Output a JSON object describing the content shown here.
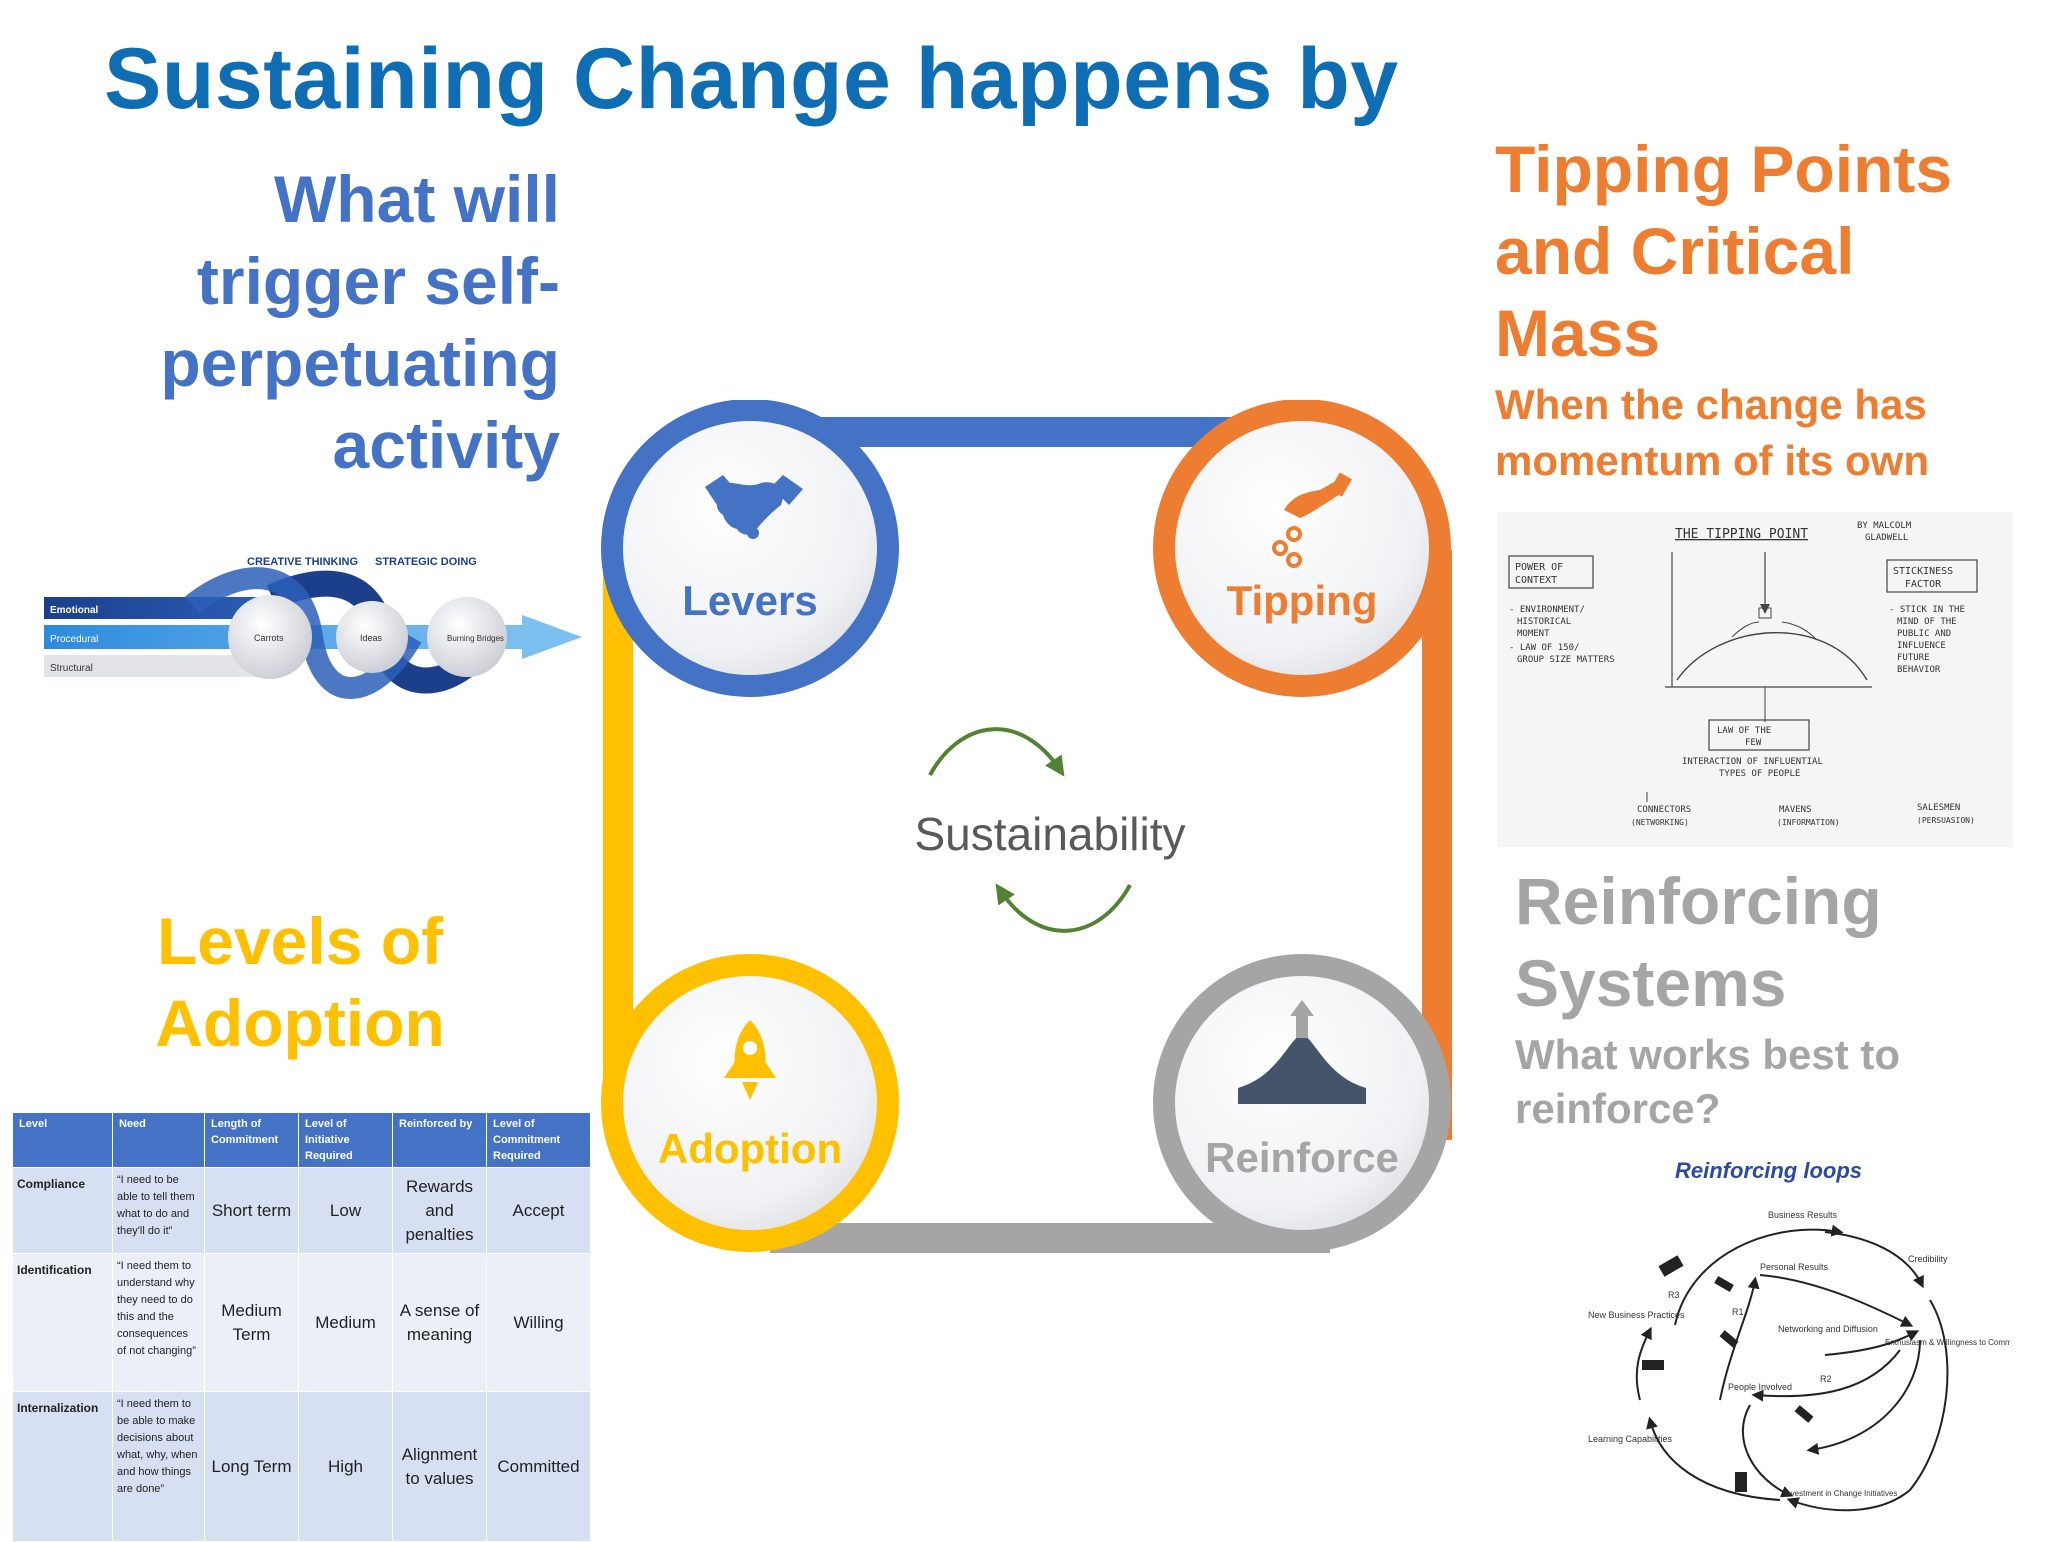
{
  "title": "Sustaining Change happens by",
  "levers_heading": [
    "What will",
    "trigger self-",
    "perpetuating",
    "activity"
  ],
  "tipping_heading": [
    "Tipping Points",
    "and Critical",
    "Mass"
  ],
  "tipping_sub": [
    "When the change has",
    "momentum of its own"
  ],
  "adoption_heading": [
    "Levels of",
    "Adoption"
  ],
  "reinforcing_heading": [
    "Reinforcing",
    "Systems"
  ],
  "reinforcing_sub": [
    "What works best to",
    "reinforce?"
  ],
  "cycle": {
    "center": "Sustainability",
    "nodes": {
      "levers": "Levers",
      "tipping": "Tipping",
      "adoption": "Adoption",
      "reinforce": "Reinforce"
    },
    "colors": {
      "levers": "#4472c4",
      "tipping": "#ed7d31",
      "adoption": "#ffc000",
      "reinforce": "#a5a5a5",
      "arrows": "#548235"
    },
    "icons": {
      "levers": "handshake-icon",
      "tipping": "hand-dropping-coins-icon",
      "adoption": "rocket-icon",
      "reinforce": "mountain-peak-icon"
    }
  },
  "creative_diagram": {
    "headers": [
      "CREATIVE THINKING",
      "STRATEGIC DOING"
    ],
    "rows": [
      "Emotional",
      "Procedural",
      "Structural"
    ],
    "stages": [
      "Carrots",
      "Ideas",
      "Burning Bridges"
    ]
  },
  "sketch": {
    "title": "THE TIPPING POINT",
    "author": [
      "BY MALCOLM",
      "GLADWELL"
    ],
    "left_box": [
      "POWER OF",
      "CONTEXT"
    ],
    "left_notes": [
      "- ENVIRONMENT/",
      "HISTORICAL",
      "MOMENT",
      "- LAW OF 150/",
      "GROUP SIZE MATTERS"
    ],
    "right_box": [
      "STICKINESS",
      "FACTOR"
    ],
    "right_notes": [
      "- STICK IN THE",
      "MIND OF THE",
      "PUBLIC AND",
      "INFLUENCE",
      "FUTURE",
      "BEHAVIOR"
    ],
    "bottom_box": [
      "LAW OF THE",
      "FEW"
    ],
    "bottom_note": [
      "INTERACTION OF INFLUENTIAL",
      "TYPES OF PEOPLE"
    ],
    "types": [
      [
        "CONNECTORS",
        "(NETWORKING)"
      ],
      [
        "MAVENS",
        "(INFORMATION)"
      ],
      [
        "SALESMEN",
        "(PERSUASION)"
      ]
    ]
  },
  "adoption_table": {
    "headers": [
      "Level",
      "Need",
      "Length of Commitment",
      "Level of Initiative Required",
      "Reinforced by",
      "Level of Commitment Required"
    ],
    "rows": [
      [
        "Compliance",
        "“I need to be able to tell them what to do and they'll do it”",
        "Short term",
        "Low",
        "Rewards and penalties",
        "Accept"
      ],
      [
        "Identification",
        "“I need them to understand why they need to do this and the consequences of not changing”",
        "Medium Term",
        "Medium",
        "A sense of meaning",
        "Willing"
      ],
      [
        "Internalization",
        "“I need them to be able to make decisions about what, why, when and how things are done”",
        "Long Term",
        "High",
        "Alignment to values",
        "Committed"
      ]
    ]
  },
  "loops": {
    "title": "Reinforcing loops",
    "labels": [
      "Business Results",
      "Credibility",
      "Personal Results",
      "Networking and Diffusion",
      "Enthusiasm & Willingness to Commit",
      "New Business Practices",
      "People Involved",
      "Learning Capabilities",
      "Investment in Change Initiatives"
    ],
    "loop_tags": [
      "R1",
      "R2",
      "R3"
    ]
  }
}
